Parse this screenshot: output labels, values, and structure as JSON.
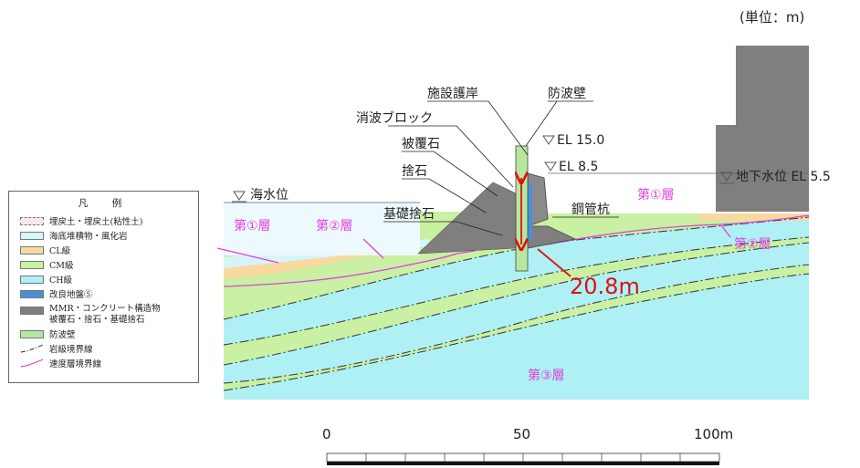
{
  "unit_note": "(単位：m)",
  "structure_labels": {
    "facility_revetment": "施設護岸",
    "breakwater_wall": "防波壁",
    "wave_block": "消波ブロック",
    "armor_stone": "被覆石",
    "rubble": "捨石",
    "foundation_rubble": "基礎捨石",
    "steel_pipe_pile": "鋼管杭",
    "sea_level": "海水位"
  },
  "elevations": {
    "el15": "EL 15.0",
    "el85": "EL 8.5",
    "groundwater": "地下水位 EL 5.5"
  },
  "layers": {
    "layer1": "第①層",
    "layer2": "第②層",
    "layer3": "第③層"
  },
  "dimension": "20.8m",
  "scale": {
    "labels": [
      "0",
      "50",
      "100m"
    ]
  },
  "legend": {
    "title": "凡　例",
    "items": [
      {
        "label": "埋戻土・埋戻土(粘性土)",
        "color": "#fbe7e7"
      },
      {
        "label": "海底堆積物・風化岩",
        "color": "#d6f5fa"
      },
      {
        "label": "CL級",
        "color": "#f8d9a0"
      },
      {
        "label": "CM級",
        "color": "#c9f0a3"
      },
      {
        "label": "CH級",
        "color": "#aef0f3"
      },
      {
        "label": "改良地盤⑤",
        "color": "#4a90d9"
      },
      {
        "label": "MMR・コンクリート構造物",
        "color": "#7f7f7f"
      },
      {
        "label": "被覆石・捨石・基礎捨石",
        "color": "#7f7f7f"
      },
      {
        "label": "防波壁",
        "color": "#b7e6a0"
      },
      {
        "label": "岩級境界線",
        "color": "#333333"
      },
      {
        "label": "速度層境界線",
        "color": "#e040e0"
      }
    ]
  },
  "colors": {
    "cm": "#c9f0a3",
    "ch": "#aef0f3",
    "cl": "#f8d9a0",
    "sea_sediment": "#d6f5fa",
    "concrete": "#7f7f7f",
    "improved": "#4a90d9",
    "breakwater": "#b7e6a0",
    "velocity_line": "#e040e0",
    "dimension_red": "#e01010"
  }
}
